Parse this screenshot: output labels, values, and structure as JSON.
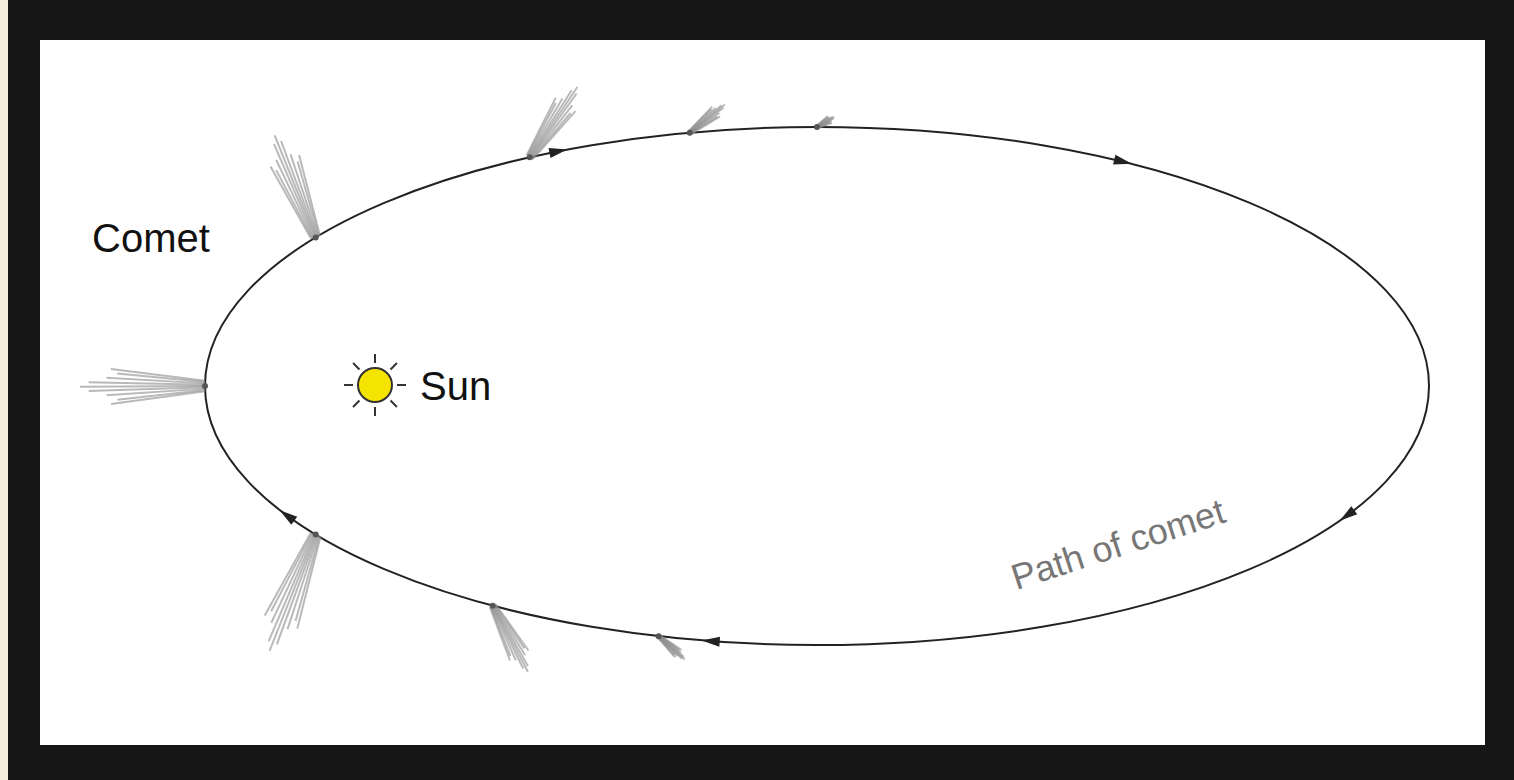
{
  "diagram": {
    "labels": [
      "Comet",
      "Sun",
      "Path of comet"
    ]
  }
}
